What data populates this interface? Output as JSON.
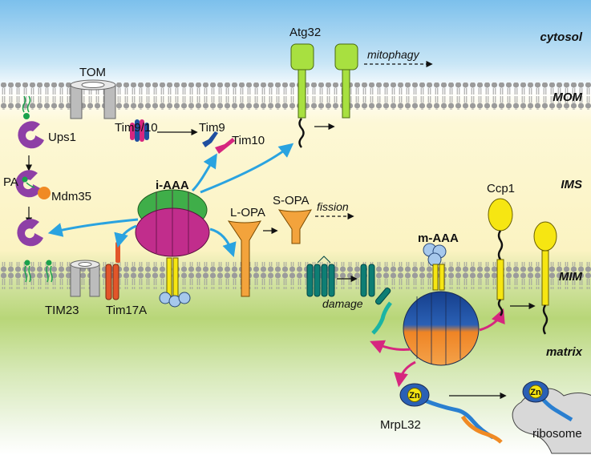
{
  "compartments": {
    "cytosol": "cytosol",
    "mom": "MOM",
    "ims": "IMS",
    "mim": "MIM",
    "matrix": "matrix"
  },
  "labels": {
    "tom": "TOM",
    "ups1": "Ups1",
    "pa": "PA",
    "mdm35": "Mdm35",
    "tim9_10": "Tim9/10",
    "tim9": "Tim9",
    "tim10": "Tim10",
    "atg32": "Atg32",
    "mitophagy": "mitophagy",
    "i_aaa": "i-AAA",
    "l_opa": "L-OPA",
    "s_opa": "S-OPA",
    "fission": "fission",
    "m_aaa": "m-AAA",
    "ccp1": "Ccp1",
    "tim23": "TIM23",
    "tim17a": "Tim17A",
    "damage": "damage",
    "zn1": "Zn",
    "zn2": "Zn",
    "mrpl32": "MrpL32",
    "ribosome": "ribosome"
  },
  "colors": {
    "cytosol_top": "#86c5ec",
    "ims": "#fbf4c4",
    "matrix": "#a9d06a",
    "membrane_head": "#9a9a9a",
    "ups1": "#8e3fa6",
    "mdm35": "#f08a24",
    "atg32": "#a8e040",
    "i_aaa_green": "#3fae49",
    "i_aaa_magenta": "#c12d8c",
    "opa": "#f3a33c",
    "ccp1": "#f6e612",
    "m_aaa_blue": "#1f4fa0",
    "m_aaa_orange": "#ef8424",
    "teal": "#0e7e74",
    "arrow_blue": "#2aa3e0",
    "arrow_magenta": "#d6267f"
  }
}
